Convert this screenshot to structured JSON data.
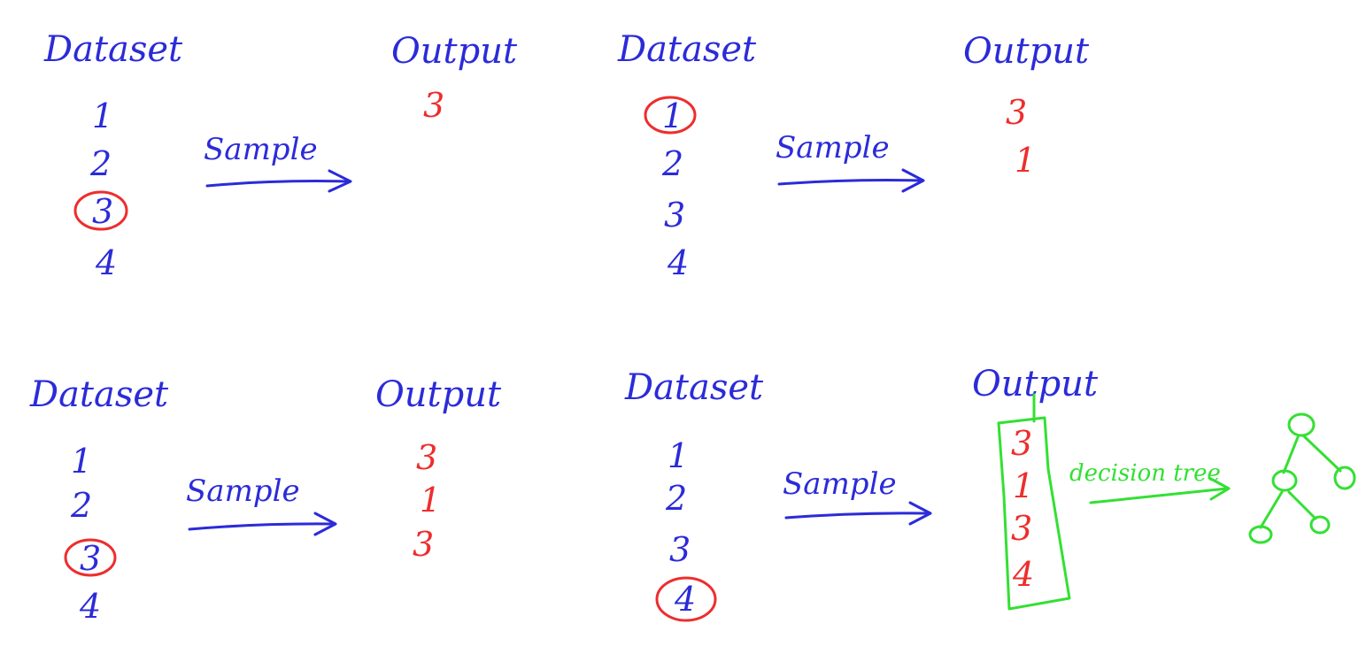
{
  "colors": {
    "ink_blue": "#2b2bd9",
    "ink_red": "#ee2d2d",
    "ink_green": "#33e033"
  },
  "panels": [
    {
      "dataset_label": "Dataset",
      "items": [
        "1",
        "2",
        "3",
        "4"
      ],
      "arrow_label": "Sample",
      "output_label": "Output",
      "output_items": [
        "3"
      ],
      "highlighted_item": "3"
    },
    {
      "dataset_label": "Dataset",
      "items": [
        "1",
        "2",
        "3",
        "4"
      ],
      "arrow_label": "Sample",
      "output_label": "Output",
      "output_items": [
        "3",
        "1"
      ],
      "highlighted_item": "1"
    },
    {
      "dataset_label": "Dataset",
      "items": [
        "1",
        "2",
        "3",
        "4"
      ],
      "arrow_label": "Sample",
      "output_label": "Output",
      "output_items": [
        "3",
        "1",
        "3"
      ],
      "highlighted_item": "3"
    },
    {
      "dataset_label": "Dataset",
      "items": [
        "1",
        "2",
        "3",
        "4"
      ],
      "arrow_label": "Sample",
      "output_label": "Output",
      "output_items": [
        "3",
        "1",
        "3",
        "4"
      ],
      "highlighted_item": "4"
    }
  ],
  "tree_step": {
    "label": "decision tree",
    "icon": "decision-tree-icon"
  }
}
